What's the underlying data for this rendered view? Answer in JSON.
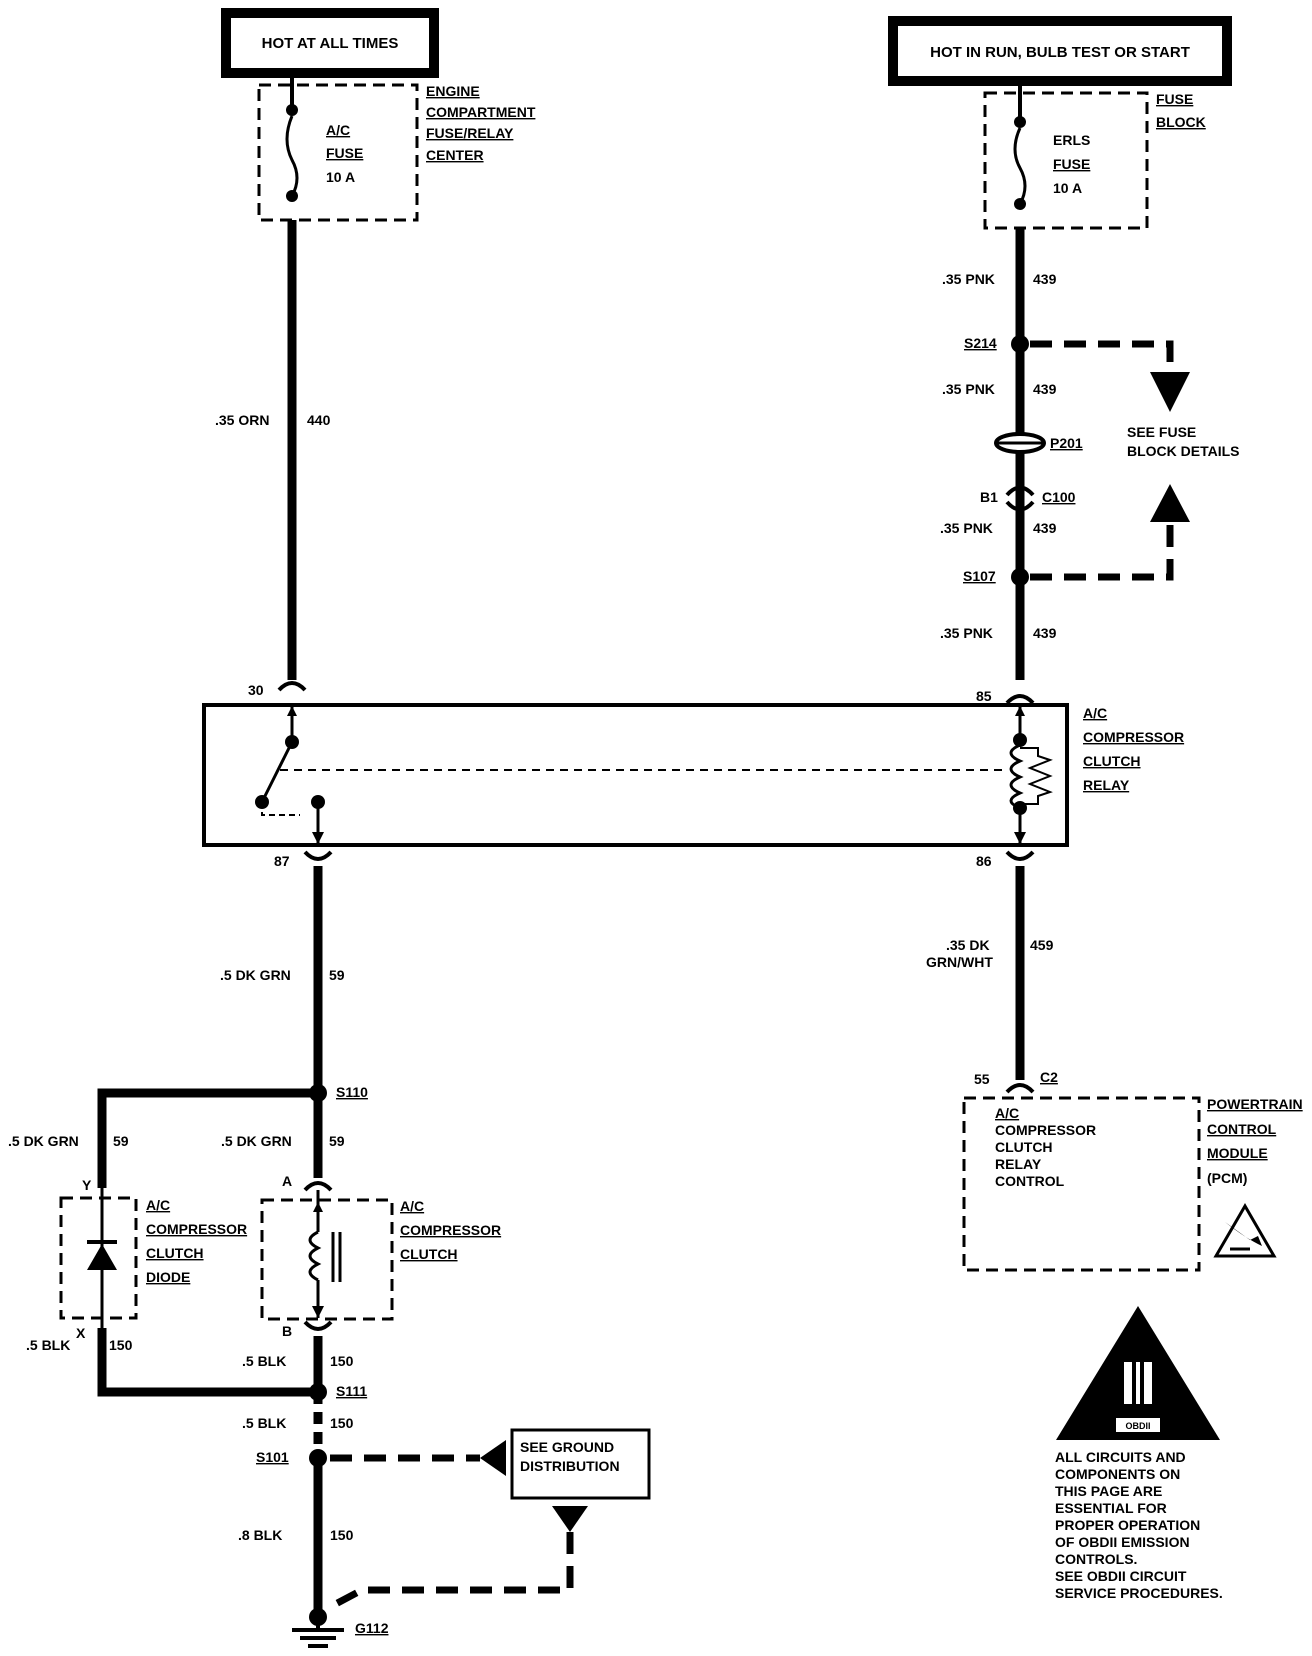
{
  "power_sources": [
    {
      "label": "HOT AT ALL TIMES"
    },
    {
      "label": "HOT IN RUN, BULB TEST OR START"
    }
  ],
  "fuses": [
    {
      "name_line1": "A/C",
      "name_line2": "FUSE",
      "rating": "10 A",
      "location_line1": "ENGINE",
      "location_line2": "COMPARTMENT",
      "location_line3": "FUSE/RELAY",
      "location_line4": "CENTER"
    },
    {
      "name_line1": "ERLS",
      "name_line2": "FUSE",
      "rating": "10 A",
      "location_line1": "FUSE",
      "location_line2": "BLOCK"
    }
  ],
  "wires": {
    "w440": {
      "size_color": ".35 ORN",
      "circuit": "440"
    },
    "w439": {
      "size_color": ".35 PNK",
      "circuit": "439"
    },
    "w59": {
      "size_color": ".5 DK GRN",
      "circuit": "59"
    },
    "w459": {
      "size_color_line1": ".35 DK",
      "size_color_line2": "GRN/WHT",
      "circuit": "459"
    },
    "w150": {
      "size_color": ".5 BLK",
      "size_color_d": ".8 BLK",
      "circuit": "150"
    }
  },
  "splices": {
    "s214": "S214",
    "s107": "S107",
    "s110": "S110",
    "s111": "S111",
    "s101": "S101"
  },
  "connectors": {
    "p201": "P201",
    "c100": "C100",
    "c100_pin": "B1"
  },
  "references": {
    "fuse_block_line1": "SEE FUSE",
    "fuse_block_line2": "BLOCK DETAILS",
    "ground_line1": "SEE GROUND",
    "ground_line2": "DISTRIBUTION"
  },
  "relay": {
    "pins": {
      "p30": "30",
      "p85": "85",
      "p87": "87",
      "p86": "86"
    },
    "label_line1": "A/C",
    "label_line2": "COMPRESSOR",
    "label_line3": "CLUTCH",
    "label_line4": "RELAY"
  },
  "diode": {
    "pin_y": "Y",
    "pin_x": "X",
    "label_line1": "A/C",
    "label_line2": "COMPRESSOR",
    "label_line3": "CLUTCH",
    "label_line4": "DIODE"
  },
  "clutch": {
    "pin_a": "A",
    "pin_b": "B",
    "label_line1": "A/C",
    "label_line2": "COMPRESSOR",
    "label_line3": "CLUTCH"
  },
  "grounds": {
    "g112": "G112"
  },
  "pcm": {
    "pin": "55",
    "connector": "C2",
    "function_line1": "A/C",
    "function_line2": "COMPRESSOR",
    "function_line3": "CLUTCH",
    "function_line4": "RELAY",
    "function_line5": "CONTROL",
    "label_line1": "POWERTRAIN",
    "label_line2": "CONTROL",
    "label_line3": "MODULE",
    "label_line4": "(PCM)"
  },
  "obd_note": {
    "emblem": "OBDII",
    "lines": [
      "ALL CIRCUITS AND",
      "COMPONENTS ON",
      "THIS PAGE ARE",
      "ESSENTIAL FOR",
      "PROPER OPERATION",
      "OF OBDII EMISSION",
      "CONTROLS.",
      "SEE OBDII CIRCUIT",
      "SERVICE PROCEDURES."
    ]
  }
}
